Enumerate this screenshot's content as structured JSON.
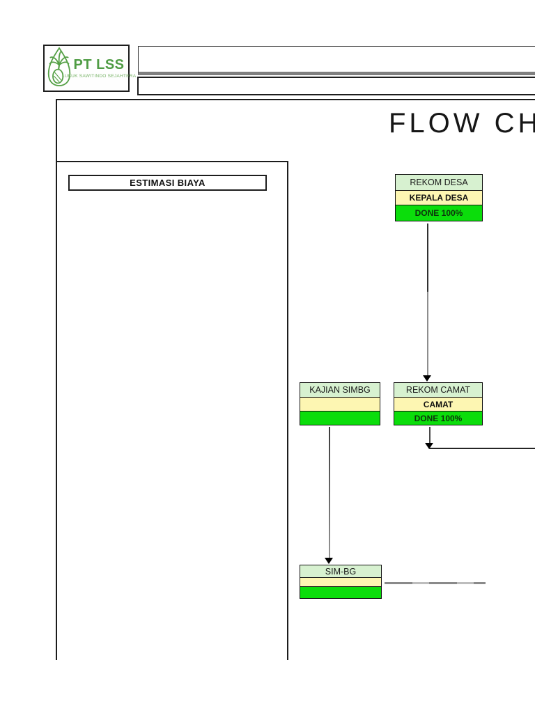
{
  "logo": {
    "icon": "palm-tree-icon",
    "company": "PT LSS",
    "tagline": "LUBUK SAWITINDO SEJAHTERA",
    "brand_color": "#4f9c44"
  },
  "header": {
    "title": "FLOW CH",
    "band_divider_color": "#7f7f7f"
  },
  "left_panel": {
    "header": "ESTIMASI BIAYA"
  },
  "flowchart": {
    "colors": {
      "label_bg": "#d7f1d0",
      "role_bg": "#fdf6b2",
      "status_bg": "#0bdd0b"
    },
    "nodes": [
      {
        "id": "rekom-desa",
        "label": "REKOM DESA",
        "role": "KEPALA DESA",
        "status": "DONE 100%"
      },
      {
        "id": "kajian-simbg",
        "label": "KAJIAN SIMBG",
        "role": "",
        "status": ""
      },
      {
        "id": "rekom-camat",
        "label": "REKOM CAMAT",
        "role": "CAMAT",
        "status": "DONE 100%"
      },
      {
        "id": "sim-bg",
        "label": "SIM-BG",
        "role": "",
        "status": ""
      }
    ],
    "edges": [
      {
        "from": "rekom-desa",
        "to": "rekom-camat",
        "style": "solid-arrow-down"
      },
      {
        "from": "rekom-camat",
        "to": "offscreen-right",
        "style": "arrow-down-then-line-right"
      },
      {
        "from": "kajian-simbg",
        "to": "sim-bg",
        "style": "solid-arrow-down"
      },
      {
        "from": "sim-bg",
        "to": "offscreen-right",
        "style": "gray-dashed-line"
      }
    ]
  }
}
